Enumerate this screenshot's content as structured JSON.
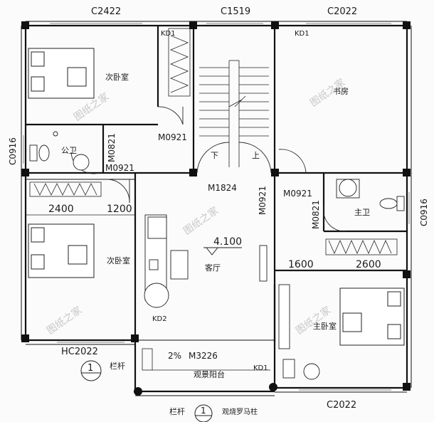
{
  "windows": {
    "c2422": "C2422",
    "c1519": "C1519",
    "c2022_top": "C2022",
    "c0916_left": "C0916",
    "c0916_right": "C0916",
    "hc2022": "HC2022",
    "c2022_bottom": "C2022"
  },
  "doors": {
    "m0921_a": "M0921",
    "m0921_b": "M0921",
    "m0921_c": "M0921",
    "m0821_a": "M0821",
    "m0821_b": "M0821",
    "m1824": "M1824",
    "m3226": "M3226"
  },
  "markers": {
    "kd1_a": "KD1",
    "kd1_b": "KD1",
    "kd1_c": "KD1",
    "kd2": "KD2"
  },
  "rooms": {
    "bedroom_nw": "次卧室",
    "study": "书房",
    "bath_public": "公卫",
    "bedroom_w": "次卧室",
    "living": "客厅",
    "bath_master": "主卫",
    "bedroom_master": "主卧室",
    "balcony": "观景阳台"
  },
  "dimensions": {
    "d2400": "2400",
    "d1200": "1200",
    "d1600": "1600",
    "d2600": "2600"
  },
  "annotations": {
    "level": "4.100",
    "slope": "2%",
    "stair_down": "下",
    "stair_up": "上",
    "railing_a": "栏杆",
    "railing_b": "栏杆",
    "column_note": "观烧罗马柱",
    "section_a": "1",
    "section_b": "1"
  },
  "watermark": "图纸之家"
}
